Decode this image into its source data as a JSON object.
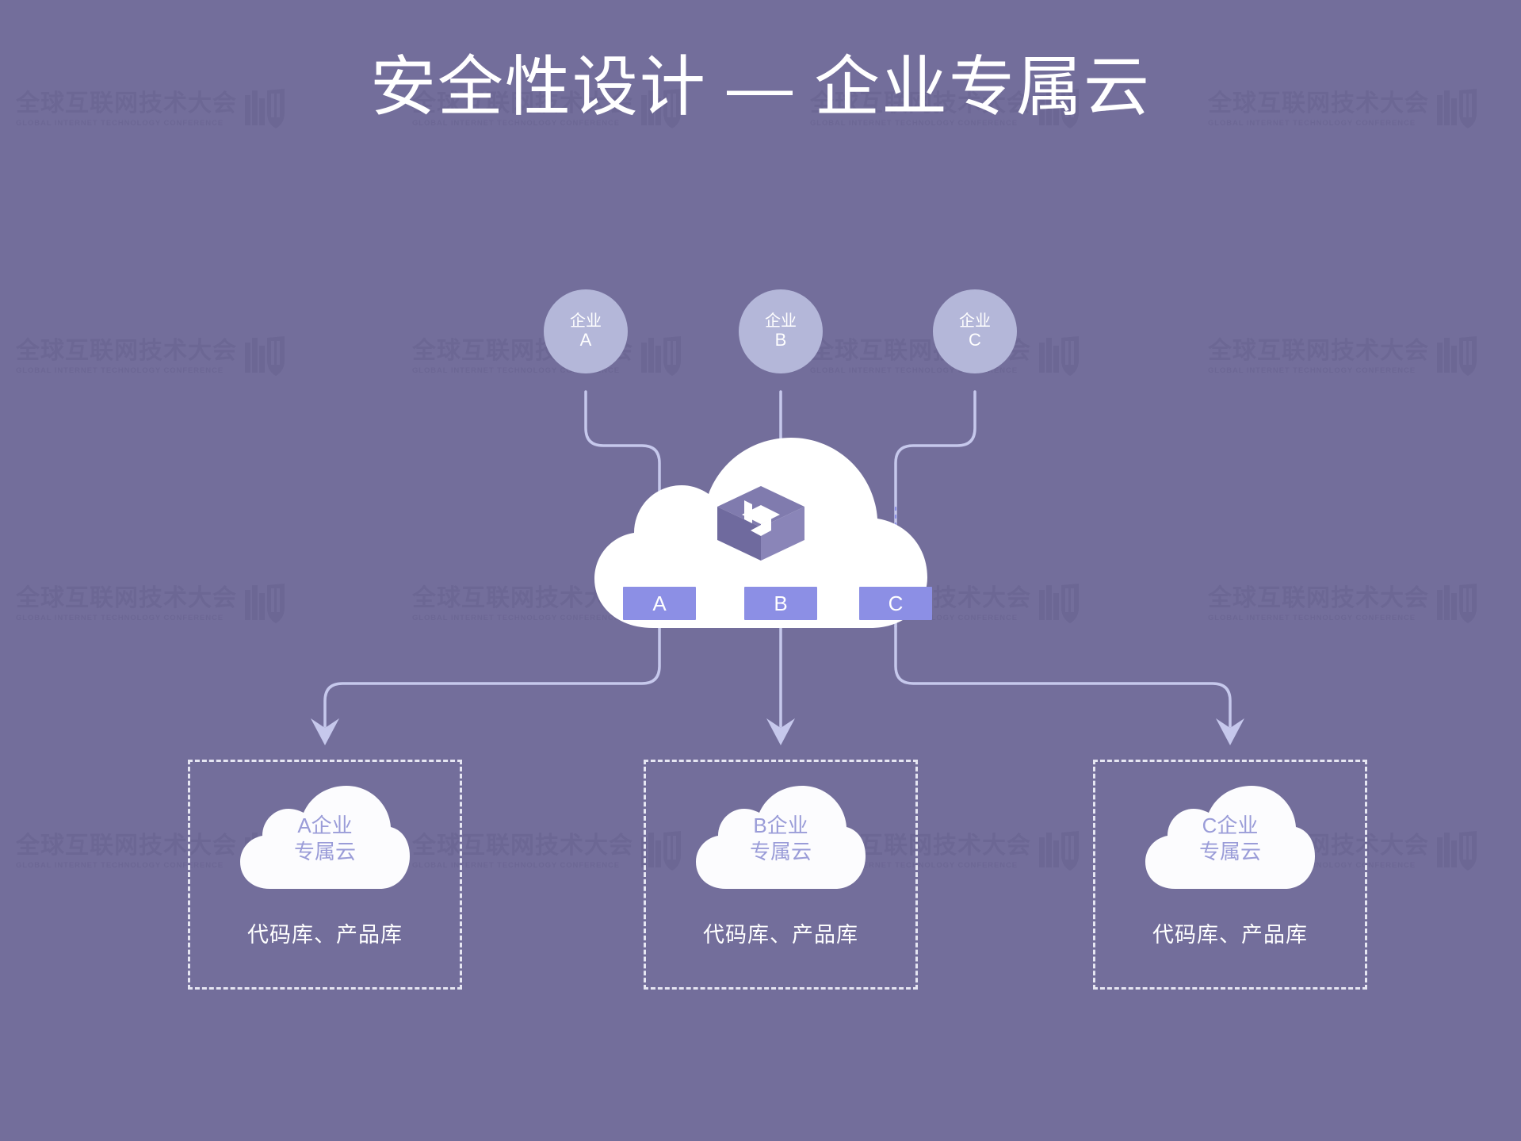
{
  "slide": {
    "title": "安全性设计 — 企业专属云",
    "background_color": "#736E9B"
  },
  "watermark": {
    "cn": "全球互联网技术大会",
    "en": "GLOBAL INTERNET TECHNOLOGY CONFERENCE"
  },
  "colors": {
    "background": "#736E9B",
    "circle_fill": "#B4B7D9",
    "cloud_fill": "#FFFFFF",
    "slot_fill": "#8C8FE5",
    "connector": "#C6C8EC",
    "sub_cloud_text": "#9A9CD8",
    "dashed_border": "#E6E6F2",
    "logo": "#7B76A8"
  },
  "tenants": [
    {
      "org_line": "企业",
      "org_id": "A"
    },
    {
      "org_line": "企业",
      "org_id": "B"
    },
    {
      "org_line": "企业",
      "org_id": "C"
    }
  ],
  "central_cloud": {
    "logo_name": "cloud-repository-logo",
    "slots": [
      {
        "label": "A"
      },
      {
        "label": "B"
      },
      {
        "label": "C"
      }
    ]
  },
  "groups": [
    {
      "cloud_line1": "A企业",
      "cloud_line2": "专属云",
      "caption": "代码库、产品库"
    },
    {
      "cloud_line1": "B企业",
      "cloud_line2": "专属云",
      "caption": "代码库、产品库"
    },
    {
      "cloud_line1": "C企业",
      "cloud_line2": "专属云",
      "caption": "代码库、产品库"
    }
  ]
}
